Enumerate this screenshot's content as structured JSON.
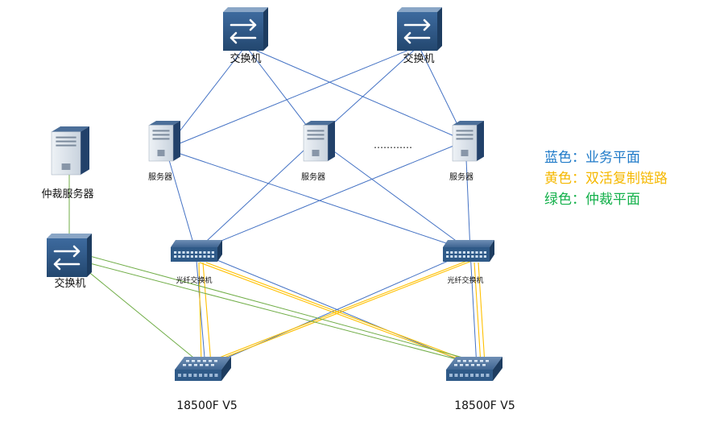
{
  "colors": {
    "blue": "#4472c4",
    "yellow": "#ffc000",
    "green": "#70ad47",
    "legend_blue": "#1f7ac8",
    "legend_yellow": "#f5b800",
    "legend_green": "#12b04a"
  },
  "nodes": {
    "switch_top_left": {
      "label": "交换机",
      "icon": "switch-icon"
    },
    "switch_top_right": {
      "label": "交换机",
      "icon": "switch-icon"
    },
    "server_1": {
      "label": "服务器",
      "icon": "server-icon"
    },
    "server_2": {
      "label": "服务器",
      "icon": "server-icon"
    },
    "server_3": {
      "label": "服务器",
      "icon": "server-icon"
    },
    "ellipsis": "…………",
    "arbitration_server": {
      "label": "仲裁服务器",
      "icon": "server-icon"
    },
    "arbitration_switch": {
      "label": "交换机",
      "icon": "switch-icon"
    },
    "fc_switch_left": {
      "label": "光纤交换机",
      "icon": "fiber-switch-icon"
    },
    "fc_switch_right": {
      "label": "光纤交换机",
      "icon": "fiber-switch-icon"
    },
    "storage_left": {
      "label": "18500F V5",
      "icon": "storage-icon"
    },
    "storage_right": {
      "label": "18500F V5",
      "icon": "storage-icon"
    }
  },
  "legend": [
    {
      "text": "蓝色：业务平面",
      "color": "blue"
    },
    {
      "text": "黄色：双活复制链路",
      "color": "yellow"
    },
    {
      "text": "绿色：仲裁平面",
      "color": "green"
    }
  ]
}
